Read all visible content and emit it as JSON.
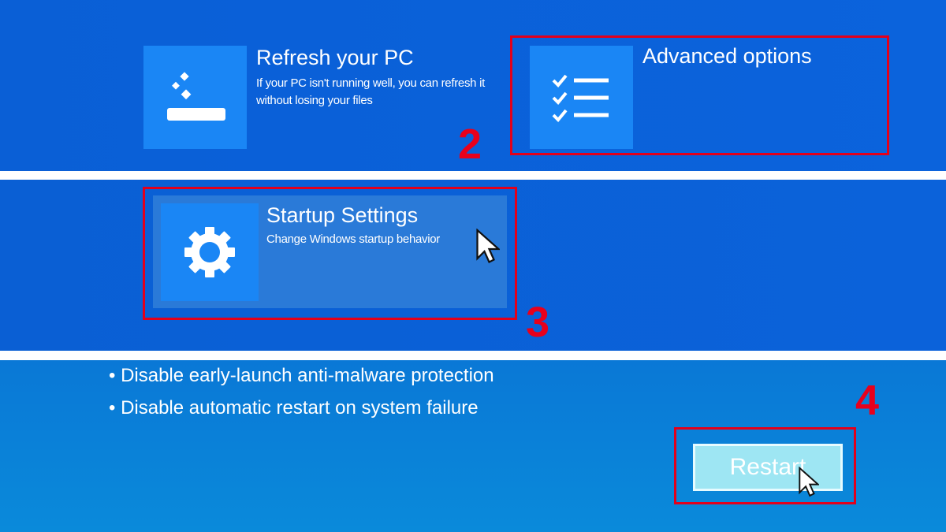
{
  "refresh": {
    "title": "Refresh your PC",
    "description": "If your PC isn't running well, you can refresh it without losing your files",
    "icon": "refresh-drive-icon"
  },
  "advanced": {
    "title": "Advanced options",
    "icon": "checklist-icon"
  },
  "startup": {
    "title": "Startup Settings",
    "description": "Change Windows startup behavior",
    "icon": "gear-icon"
  },
  "options": [
    "• Disable early-launch anti-malware protection",
    "• Disable automatic restart on system failure"
  ],
  "restart_label": "Restart",
  "steps": {
    "two": "2",
    "three": "3",
    "four": "4"
  },
  "colors": {
    "background": "#0a5fd6",
    "tile": "#1a86f5",
    "highlight": "#e3001b",
    "button": "#9ee6f3"
  }
}
